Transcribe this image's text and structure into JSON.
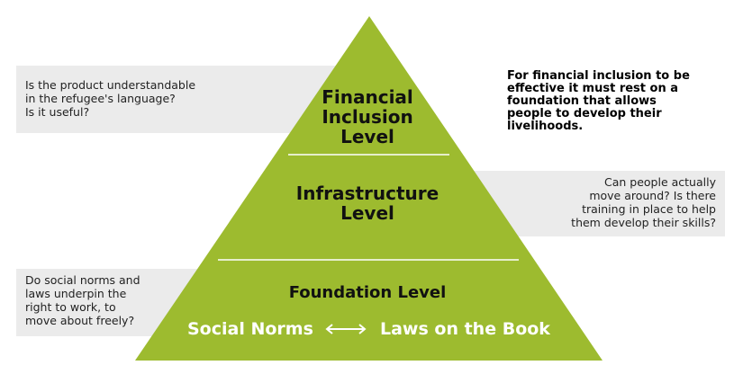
{
  "callouts": {
    "top_left": [
      "Is the product understandable",
      "in the refugee's language?",
      "Is it useful?"
    ],
    "mid_right": [
      "Can people actually",
      "move around? Is there",
      "training in place to help",
      "them develop their skills?"
    ],
    "bottom_left": [
      "Do social norms and",
      "laws underpin the",
      "right to work, to",
      "move about freely?"
    ]
  },
  "levels": {
    "financial": [
      "Financial",
      "Inclusion",
      "Level"
    ],
    "infrastructure": [
      "Infrastructure",
      "Level"
    ],
    "foundation": "Foundation Level"
  },
  "foundation_row": {
    "left": "Social Norms",
    "right": "Laws on the Book"
  },
  "note": [
    "For financial inclusion to be",
    "effective it must rest on a",
    "foundation that allows",
    "people to develop their",
    "livelihoods."
  ],
  "colors": {
    "pyramid_fill": "#9dbb2f",
    "divider": "#ffffff",
    "callout_bg": "#ebebeb"
  }
}
